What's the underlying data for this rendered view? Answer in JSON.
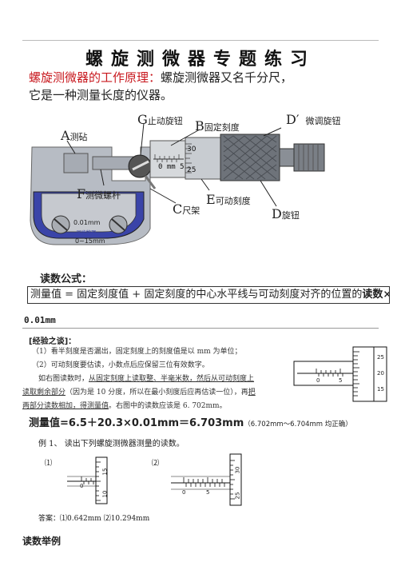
{
  "title": "螺旋测微器专题练习",
  "intro": {
    "label": "螺旋测微器的工作原理：",
    "text1": "螺旋测微器又名千分尺，",
    "text2": "它是一种测量长度的仪器。"
  },
  "diagram": {
    "labels": {
      "a": "A",
      "a_text": "测砧",
      "g": "G",
      "g_text": "止动旋钮",
      "b": "B",
      "b_text": "固定刻度",
      "dp": "D′",
      "dp_text": "微调旋钮",
      "f": "F",
      "f_text": "测微螺杆",
      "e": "E",
      "e_text": "可动刻度",
      "c": "C",
      "c_text": "尺架",
      "d": "D",
      "d_text": "旋钮"
    },
    "frame_text": [
      "0.01mm",
      "同步物理",
      "0~15mm"
    ],
    "sleeve_text": "0 mm 5",
    "thimble_ticks": [
      "30",
      "25"
    ]
  },
  "formula": {
    "heading": "读数公式：",
    "text": "测量值 = 固定刻度值 + 固定刻度的中心水平线与可动刻度对齐的位置的",
    "bold_tail": "读数×"
  },
  "unit_line": "0.01mm",
  "experience": {
    "heading": "[经验之谈]：",
    "p1": "（1）看半刻度是否漏出，固定刻度上的刻度值是以 mm 为单位；",
    "p2": "（2）可动刻度要估读，小数点后应保留三位有效数字。",
    "p3a": "如右图读数时，",
    "p3b": "从固定刻度上读取整、半毫米数，然后从可动刻度上",
    "p4a": "读取剩余部分",
    "p4b": "（因为是 10 分度，所以在最小刻度后应再估读一位），再",
    "p4c": "把",
    "p5a": "两部分读数相加，得测量值",
    "p5b": "。右图中的读数应该是 6. 702mm。"
  },
  "fig_right": {
    "sleeve": [
      "0",
      "5"
    ],
    "thimble": [
      "25",
      "20",
      "15"
    ]
  },
  "measure": {
    "main": "测量值=6.5＋20.3×0.01mm＝6.703mm",
    "note": "（6.702mm～6.704mm 均正确）"
  },
  "example": {
    "text": "例 1、  读出下列螺旋测微器测量的读数。",
    "fig1": {
      "label": "⑴",
      "sleeve": [
        "0"
      ],
      "thimble": [
        "15",
        "10"
      ]
    },
    "fig2": {
      "label": "⑵",
      "sleeve": [
        "0",
        "5"
      ],
      "thimble": [
        "30",
        "25"
      ]
    }
  },
  "answer": "答案：⑴0.642mm  ⑵10.294mm",
  "section": "读数举例",
  "colors": {
    "red": "#c8181e",
    "frame_blue": "#3a44a8",
    "metal": "#9aa0a8"
  }
}
